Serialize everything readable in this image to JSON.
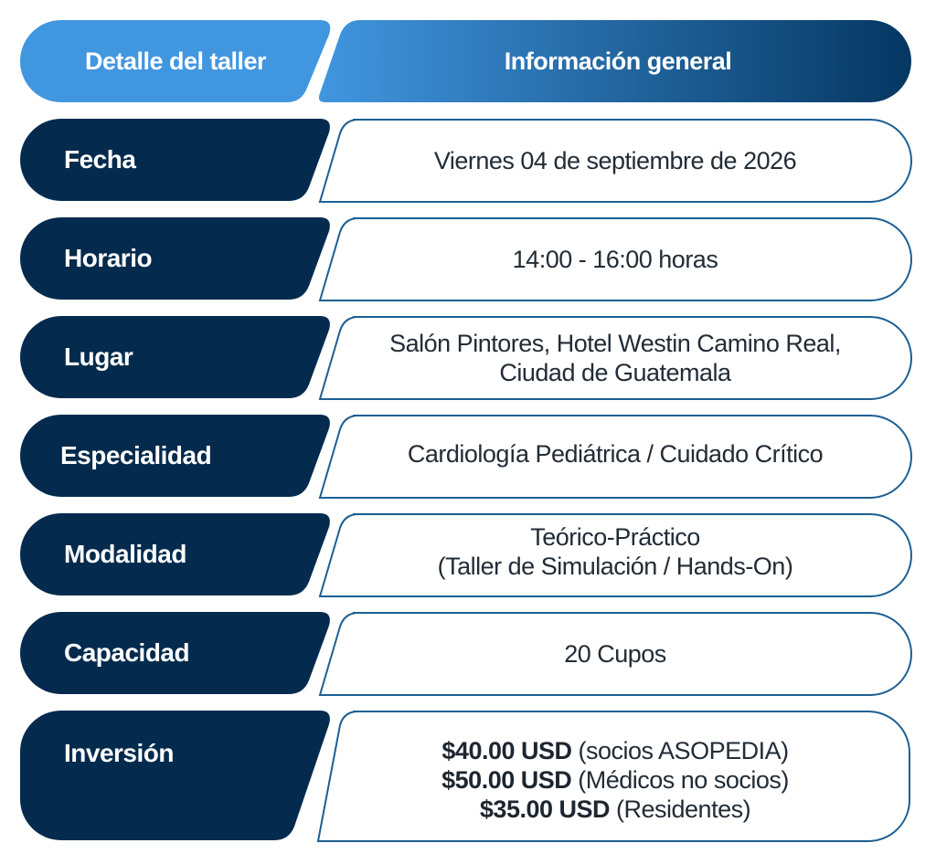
{
  "header": {
    "left": "Detalle del taller",
    "right": "Información general"
  },
  "colors": {
    "navy": "#042b4d",
    "header_light": "#4196e0",
    "header_dark": "#053762",
    "border": "#1c5f93"
  },
  "rows": [
    {
      "label": "Fecha",
      "lines": [
        "Viernes 04 de septiembre de 2026"
      ]
    },
    {
      "label": "Horario",
      "lines": [
        "14:00 - 16:00 horas"
      ]
    },
    {
      "label": "Lugar",
      "lines": [
        "Salón Pintores, Hotel Westin Camino Real,",
        "Ciudad de Guatemala"
      ]
    },
    {
      "label": "Especialidad",
      "lines": [
        "Cardiología Pediátrica / Cuidado Crítico"
      ]
    },
    {
      "label": "Modalidad",
      "lines": [
        "Teórico-Práctico",
        "(Taller de Simulación / Hands-On)"
      ]
    },
    {
      "label": "Capacidad",
      "lines": [
        "20 Cupos"
      ]
    }
  ],
  "investment": {
    "label": "Inversión",
    "prices": [
      {
        "amount": "$40.00 USD",
        "note": "(socios ASOPEDIA)"
      },
      {
        "amount": "$50.00 USD",
        "note": "(Médicos no socios)"
      },
      {
        "amount": "$35.00 USD",
        "note": "(Residentes)"
      }
    ]
  }
}
